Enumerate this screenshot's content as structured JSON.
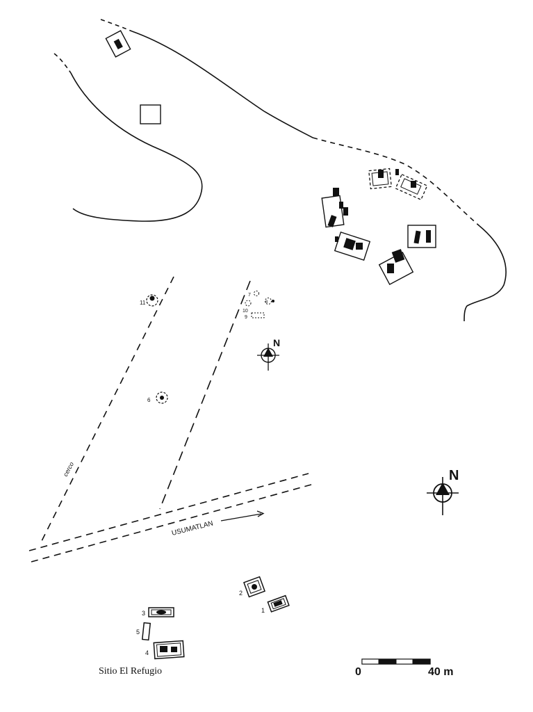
{
  "map": {
    "caption": "Sitio El Refugio",
    "north_label": "N",
    "road_label": "USUMATLAN",
    "path_label": "cerco",
    "scale": {
      "zero": "0",
      "end": "40 m"
    },
    "structures": [
      {
        "id": "1",
        "label": "1"
      },
      {
        "id": "2",
        "label": "2"
      },
      {
        "id": "3",
        "label": "3"
      },
      {
        "id": "4",
        "label": "4"
      },
      {
        "id": "5",
        "label": "5"
      },
      {
        "id": "6",
        "label": "6"
      },
      {
        "id": "7",
        "label": "7"
      },
      {
        "id": "8",
        "label": "8"
      },
      {
        "id": "9",
        "label": "9"
      },
      {
        "id": "10",
        "label": "10"
      },
      {
        "id": "11",
        "label": "11"
      }
    ]
  }
}
